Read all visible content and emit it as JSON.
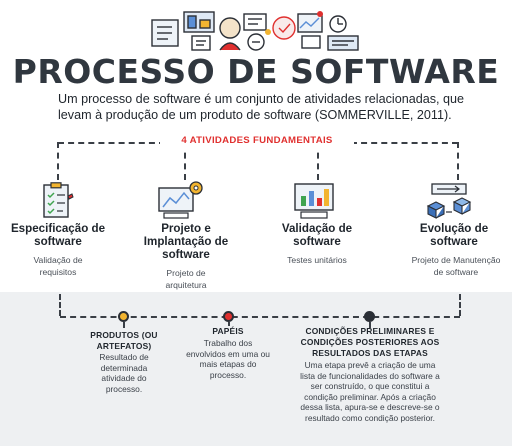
{
  "header": {
    "title": "PROCESSO DE SOFTWARE",
    "intro": "Um processo de software é um conjunto de atividades relacionadas, que levam à produção de um produto de software (SOMMERVILLE, 2011)."
  },
  "fundamentals": {
    "label": "4 ATIVIDADES FUNDAMENTAIS",
    "activities": [
      {
        "title": "Especificação de software",
        "desc": "Validação de requisitos",
        "icon": "checklist-icon"
      },
      {
        "title": "Projeto e Implantação de software",
        "desc": "Projeto de arquitetura",
        "icon": "monitor-gear-icon"
      },
      {
        "title": "Validação de software",
        "desc": "Testes unitários",
        "icon": "monitor-chart-icon"
      },
      {
        "title": "Evolução de software",
        "desc": "Projeto de Manutenção de software",
        "icon": "cubes-flow-icon"
      }
    ]
  },
  "outputs": [
    {
      "title": "PRODUTOS (OU ARTEFATOS)",
      "desc": "Resultado de determinada atividade do processo.",
      "color": "#f2b430"
    },
    {
      "title": "PAPÉIS",
      "desc": "Trabalho dos envolvidos em uma ou mais etapas do processo.",
      "color": "#e0302f"
    },
    {
      "title": "CONDIÇÕES PRELIMINARES E CONDIÇÕES POSTERIORES AOS RESULTADOS DAS ETAPAS",
      "desc": "Uma etapa prevê a criação de uma lista de funcionalidades do software a ser construído, o que constitui a condição preliminar. Após a criação dessa lista, apura-se e descreve-se o resultado como condição posterior.",
      "color": "#2b2f36"
    }
  ],
  "colors": {
    "accent": "#e0302f",
    "dark": "#2b2f36",
    "yellow": "#f2b430"
  }
}
